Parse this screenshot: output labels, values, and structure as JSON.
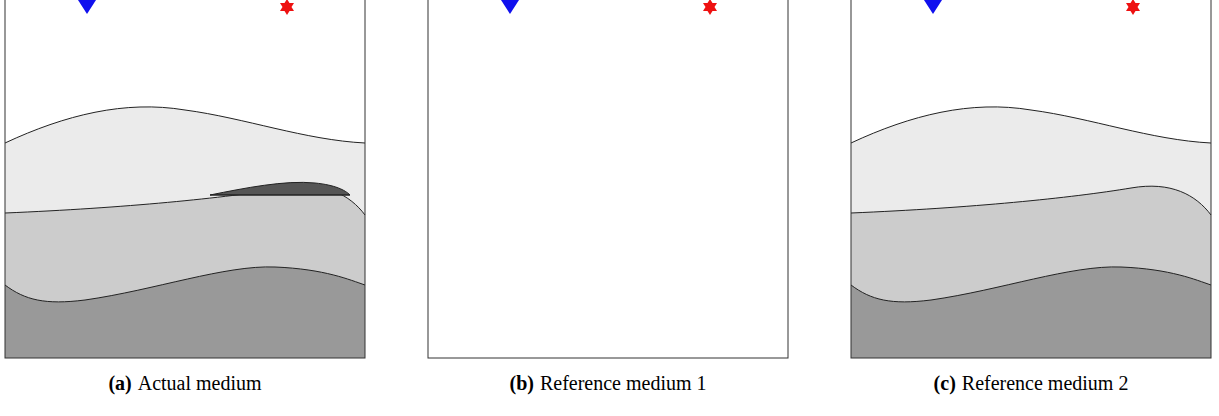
{
  "diagram": {
    "labels": [
      "(a)",
      "Actual medium",
      "(b)",
      "Reference medium 1",
      "(c)",
      "Reference medium 2"
    ]
  }
}
